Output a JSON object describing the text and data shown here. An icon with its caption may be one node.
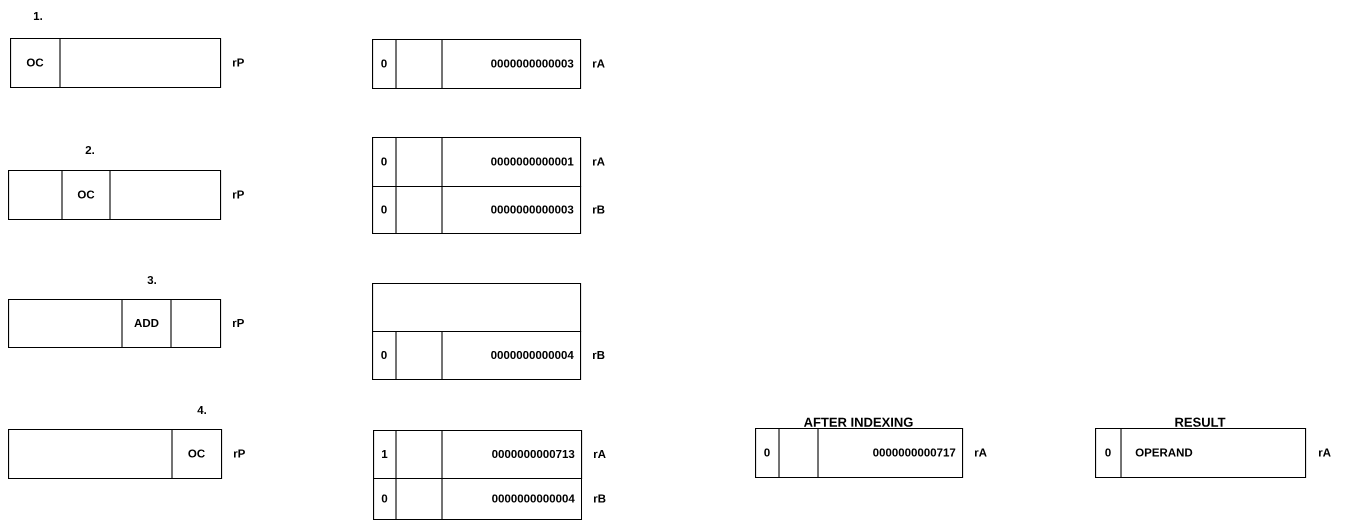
{
  "diagram": {
    "nodes": [
      {
        "text": [
          "OC"
        ],
        "beside": [
          "rP"
        ]
      },
      {
        "text": [
          "0",
          "0000000000003"
        ],
        "beside": [
          "rA"
        ]
      },
      {
        "text": [
          "OC"
        ],
        "beside": [
          "rP"
        ]
      },
      {
        "text": [
          "0",
          "0000000000001"
        ],
        "beside": [
          "rA"
        ]
      },
      {
        "text": [
          "0",
          "0000000000003"
        ],
        "beside": [
          "rB"
        ]
      },
      {
        "text": [
          "ADD"
        ],
        "beside": [
          "rP"
        ]
      },
      {
        "text": [],
        "shape": "box"
      },
      {
        "text": [
          "0",
          "0000000000004"
        ],
        "beside": [
          "rB"
        ]
      },
      {
        "text": [
          "OC"
        ],
        "beside": [
          "rP"
        ]
      },
      {
        "text": [
          "1",
          "0000000000713"
        ],
        "beside": [
          "rA"
        ]
      },
      {
        "text": [
          "0",
          "0000000000004"
        ],
        "beside": [
          "rB"
        ]
      },
      {
        "text": [
          "AFTER INDEXING",
          "0",
          "0000000000717"
        ],
        "beside": [
          "rA"
        ]
      },
      {
        "text": [
          "RESULT",
          "0",
          "OPERAND"
        ],
        "beside": [
          "rA"
        ]
      }
    ],
    "labels": [
      "1.",
      "2.",
      "3.",
      "4."
    ]
  }
}
